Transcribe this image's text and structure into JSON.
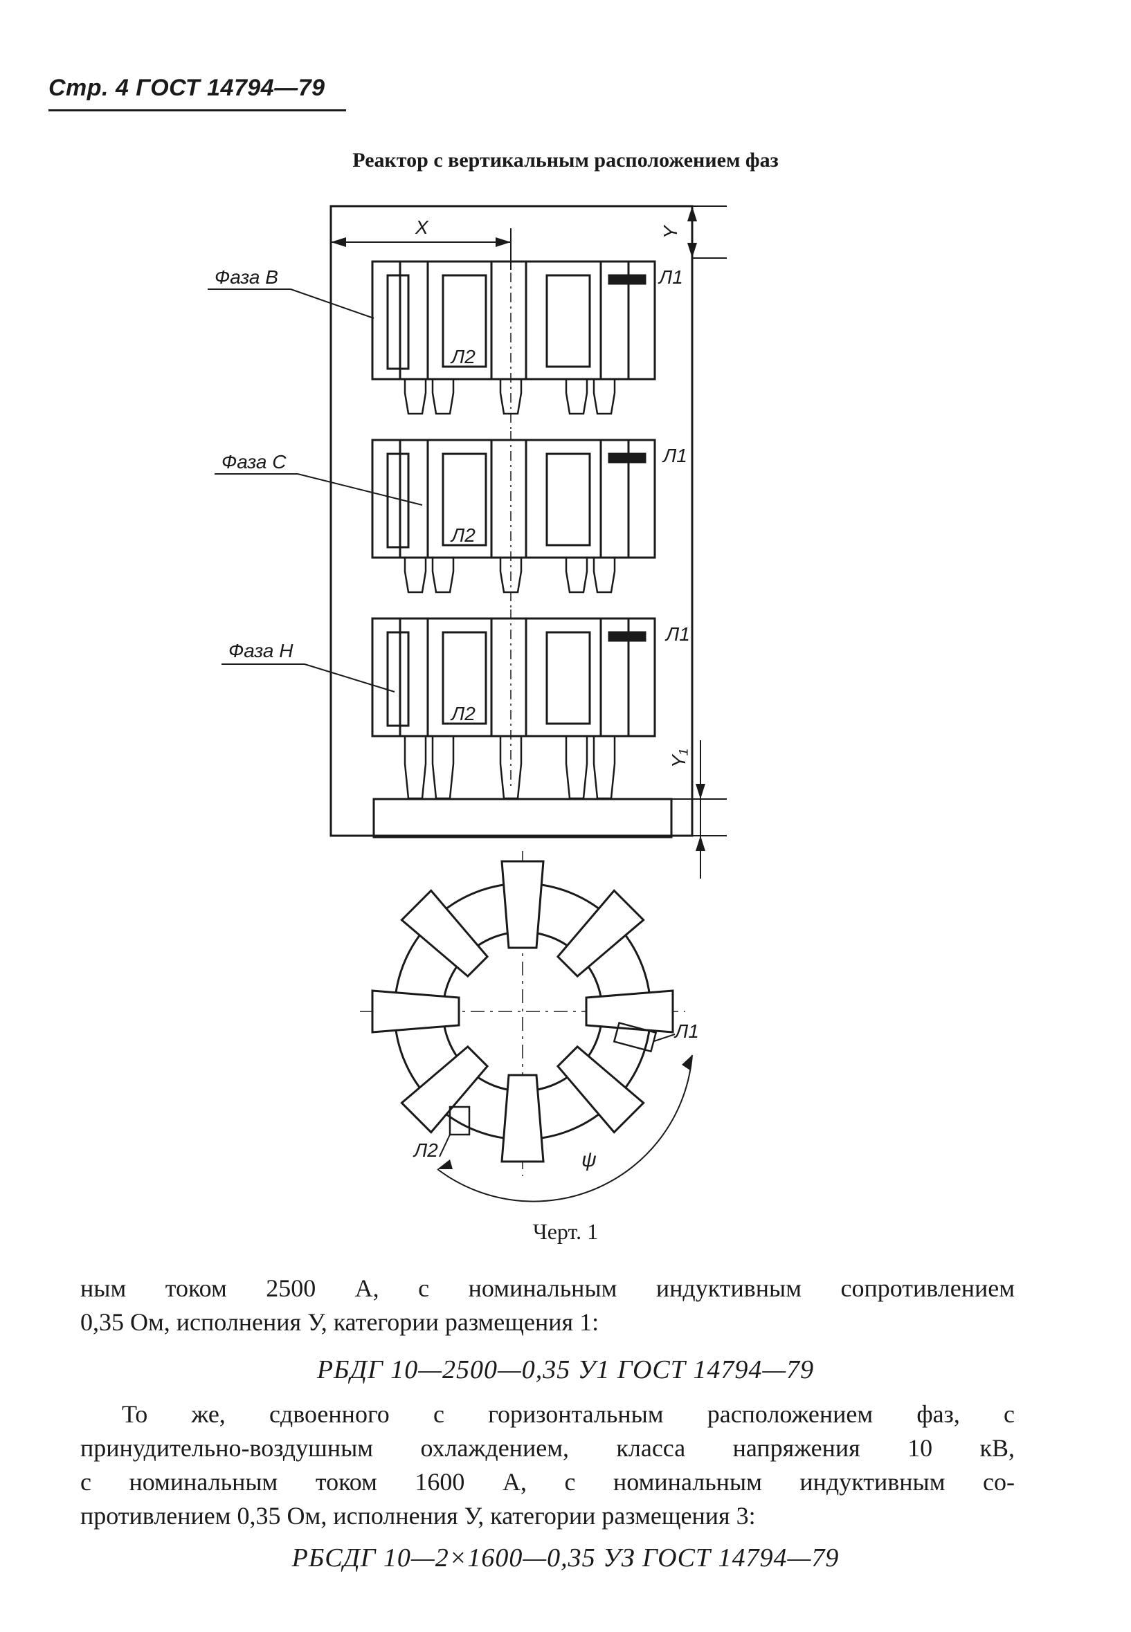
{
  "header": {
    "text": "Стр. 4 ГОСТ 14794—79"
  },
  "figure": {
    "title": "Реактор с вертикальным расположением фаз",
    "phase_labels": [
      "Фаза В",
      "Фаза С",
      "Фаза Н"
    ],
    "terminal_labels": {
      "l1": "Л1",
      "l2": "Л2"
    },
    "dimension_labels": {
      "x": "X",
      "y": "Y",
      "y1": "Y₁"
    },
    "angle_label": "ψ",
    "caption": "Черт. 1"
  },
  "body": {
    "paragraph1_lines": [
      "ным током 2500 А, с номинальным индуктивным сопротивлением",
      "0,35 Ом, исполнения У, категории размещения 1:"
    ],
    "designation1": "РБДГ 10—2500—0,35 У1 ГОСТ 14794—79",
    "paragraph2_lines": [
      "То же, сдвоенного с горизонтальным расположением фаз, с",
      "принудительно-воздушным охлаждением, класса напряжения 10 кВ,",
      "с номинальным током 1600 А, с номинальным индуктивным со-",
      "противлением 0,35 Ом, исполнения У, категории размещения 3:"
    ],
    "designation2": "РБСДГ 10—2×1600—0,35 УЗ ГОСТ 14794—79"
  }
}
